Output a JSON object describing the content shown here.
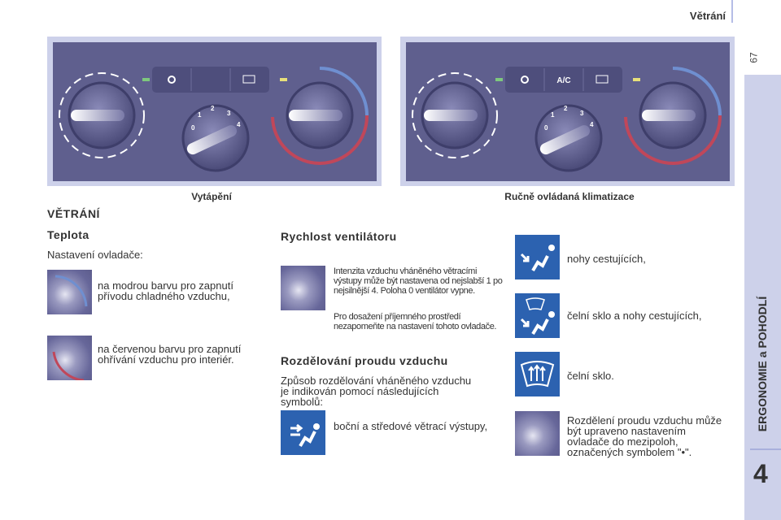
{
  "header": {
    "section": "Větrání",
    "page_number": "67"
  },
  "sidebar": {
    "chapter_title": "ERGONOMIE a POHODLÍ",
    "chapter_number": "4"
  },
  "figures": [
    {
      "caption": "Vytápění",
      "button_label": ""
    },
    {
      "caption": "Ručně ovládaná klimatizace",
      "button_label": "A/C"
    }
  ],
  "fan_scale": [
    "0",
    "1",
    "2",
    "3",
    "4"
  ],
  "main": {
    "title": "VĚTRÁNÍ",
    "temperature": {
      "heading": "Teplota",
      "intro": "Nastavení ovladače:",
      "items": [
        "na modrou barvu pro zapnutí přívodu chladného vzduchu,",
        "na červenou barvu pro zapnutí ohřívání vzduchu pro interiér."
      ]
    },
    "fan": {
      "heading": "Rychlost ventilátoru",
      "p1": "Intenzita vzduchu vháněného větracími výstupy může být nastavena od nejslabší 1 po nejsilnější 4. Poloha 0 ventilátor vypne.",
      "p2": "Pro dosažení příjemného prostředí nezapomeňte na nastavení tohoto ovladače."
    },
    "distribution": {
      "heading": "Rozdělování proudu vzduchu",
      "intro": "Způsob rozdělování vháněného vzduchu je indikován pomocí následujících symbolů:",
      "items": [
        "boční a středové větrací výstupy,",
        "nohy cestujících,",
        "čelní sklo a nohy cestujících,",
        "čelní sklo.",
        "Rozdělení proudu vzduchu může být upraveno nastavením ovladače do mezipoloh, označených symbolem \"•\"."
      ]
    }
  },
  "colors": {
    "panel": "#5f5f8e",
    "accent": "#2c62b0",
    "sidebar": "#cdd1ea",
    "cold": "#6f8fd0",
    "hot": "#c0475a"
  }
}
